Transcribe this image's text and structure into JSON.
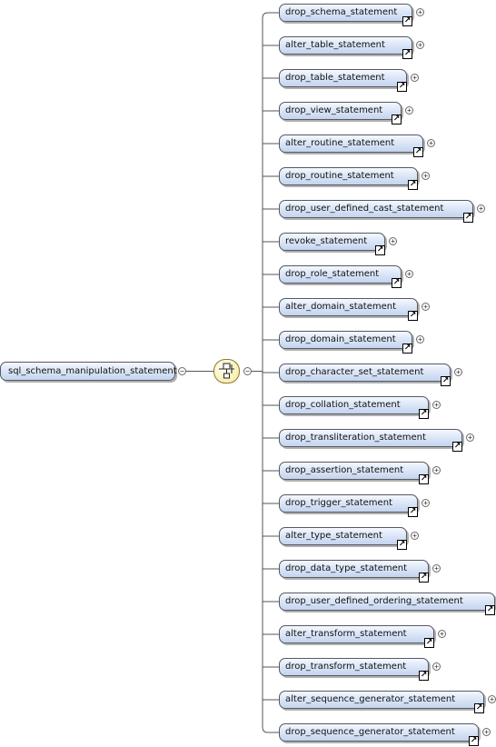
{
  "root": {
    "label": "sql_schema_manipulation_statement",
    "expander": "−"
  },
  "compositor": {
    "kind": "choice",
    "icon": "choice-compositor-icon",
    "expander": "−"
  },
  "children": [
    {
      "label": "drop_schema_statement",
      "expander": "+",
      "ref_icon": "↗"
    },
    {
      "label": "alter_table_statement",
      "expander": "+",
      "ref_icon": "↗"
    },
    {
      "label": "drop_table_statement",
      "expander": "+",
      "ref_icon": "↗"
    },
    {
      "label": "drop_view_statement",
      "expander": "+",
      "ref_icon": "↗"
    },
    {
      "label": "alter_routine_statement",
      "expander": "+",
      "ref_icon": "↗"
    },
    {
      "label": "drop_routine_statement",
      "expander": "+",
      "ref_icon": "↗"
    },
    {
      "label": "drop_user_defined_cast_statement",
      "expander": "+",
      "ref_icon": "↗"
    },
    {
      "label": "revoke_statement",
      "expander": "+",
      "ref_icon": "↗"
    },
    {
      "label": "drop_role_statement",
      "expander": "+",
      "ref_icon": "↗"
    },
    {
      "label": "alter_domain_statement",
      "expander": "+",
      "ref_icon": "↗"
    },
    {
      "label": "drop_domain_statement",
      "expander": "+",
      "ref_icon": "↗"
    },
    {
      "label": "drop_character_set_statement",
      "expander": "+",
      "ref_icon": "↗"
    },
    {
      "label": "drop_collation_statement",
      "expander": "+",
      "ref_icon": "↗"
    },
    {
      "label": "drop_transliteration_statement",
      "expander": "+",
      "ref_icon": "↗"
    },
    {
      "label": "drop_assertion_statement",
      "expander": "+",
      "ref_icon": "↗"
    },
    {
      "label": "drop_trigger_statement",
      "expander": "+",
      "ref_icon": "↗"
    },
    {
      "label": "alter_type_statement",
      "expander": "+",
      "ref_icon": "↗"
    },
    {
      "label": "drop_data_type_statement",
      "expander": "+",
      "ref_icon": "↗"
    },
    {
      "label": "drop_user_defined_ordering_statement",
      "expander": "+",
      "ref_icon": "↗"
    },
    {
      "label": "alter_transform_statement",
      "expander": "+",
      "ref_icon": "↗"
    },
    {
      "label": "drop_transform_statement",
      "expander": "+",
      "ref_icon": "↗"
    },
    {
      "label": "alter_sequence_generator_statement",
      "expander": "+",
      "ref_icon": "↗"
    },
    {
      "label": "drop_sequence_generator_statement",
      "expander": "+",
      "ref_icon": "↗"
    }
  ],
  "colors": {
    "node_fill_top": "#f4f8ff",
    "node_fill_bottom": "#c4d4ee",
    "node_border": "#555a62",
    "compositor_fill": "#fbf4c2",
    "line": "#555555"
  }
}
